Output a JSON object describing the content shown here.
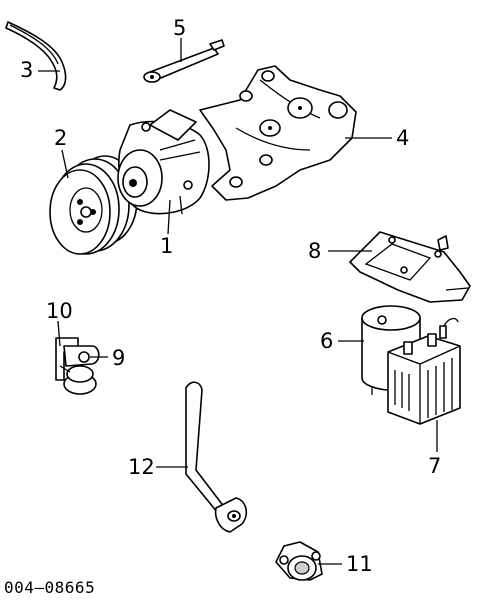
{
  "callouts": [
    {
      "id": "1",
      "label": "1",
      "part": "power-steering-pump"
    },
    {
      "id": "2",
      "label": "2",
      "part": "pulley"
    },
    {
      "id": "3",
      "label": "3",
      "part": "drive-belt"
    },
    {
      "id": "4",
      "label": "4",
      "part": "mounting-bracket"
    },
    {
      "id": "5",
      "label": "5",
      "part": "strap"
    },
    {
      "id": "6",
      "label": "6",
      "part": "canister"
    },
    {
      "id": "7",
      "label": "7",
      "part": "canister-housing"
    },
    {
      "id": "8",
      "label": "8",
      "part": "canister-bracket"
    },
    {
      "id": "9",
      "label": "9",
      "part": "valve"
    },
    {
      "id": "10",
      "label": "10",
      "part": "valve-bracket"
    },
    {
      "id": "11",
      "label": "11",
      "part": "fitting"
    },
    {
      "id": "12",
      "label": "12",
      "part": "tube"
    }
  ],
  "figure_id": "004—08665"
}
